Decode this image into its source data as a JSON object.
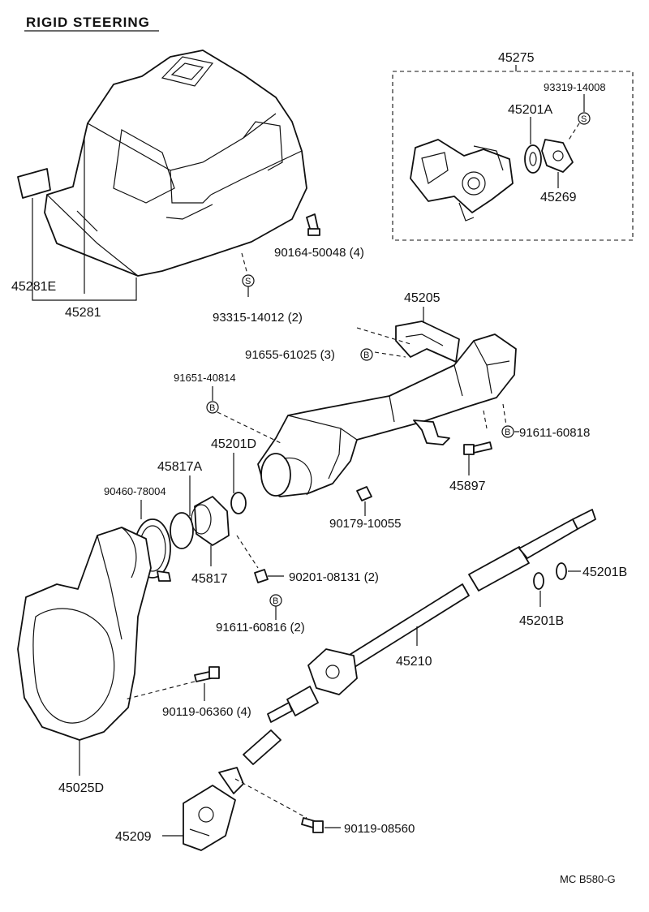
{
  "title": "RIGID STEERING",
  "code": "MC  B580-G",
  "symbols": {
    "s": "S",
    "b": "B"
  },
  "labels": {
    "p45281E": "45281E",
    "p45281": "45281",
    "p90164": "90164-50048 (4)",
    "p93315": "93315-14012 (2)",
    "p45275": "45275",
    "p93319": "93319-14008",
    "p45201A": "45201A",
    "p45269": "45269",
    "p45205": "45205",
    "p91655": "91655-61025 (3)",
    "p91651": "91651-40814",
    "p45201D": "45201D",
    "p91611_818": "91611-60818",
    "p45817A": "45817A",
    "p90460": "90460-78004",
    "p45897": "45897",
    "p90179": "90179-10055",
    "p45817": "45817",
    "p90201": "90201-08131 (2)",
    "p91611_816": "91611-60816 (2)",
    "p45201B_r": "45201B",
    "p45201B_l": "45201B",
    "p45210": "45210",
    "p90119_360": "90119-06360 (4)",
    "p45025D": "45025D",
    "p90119_560": "90119-08560",
    "p45209": "45209"
  }
}
